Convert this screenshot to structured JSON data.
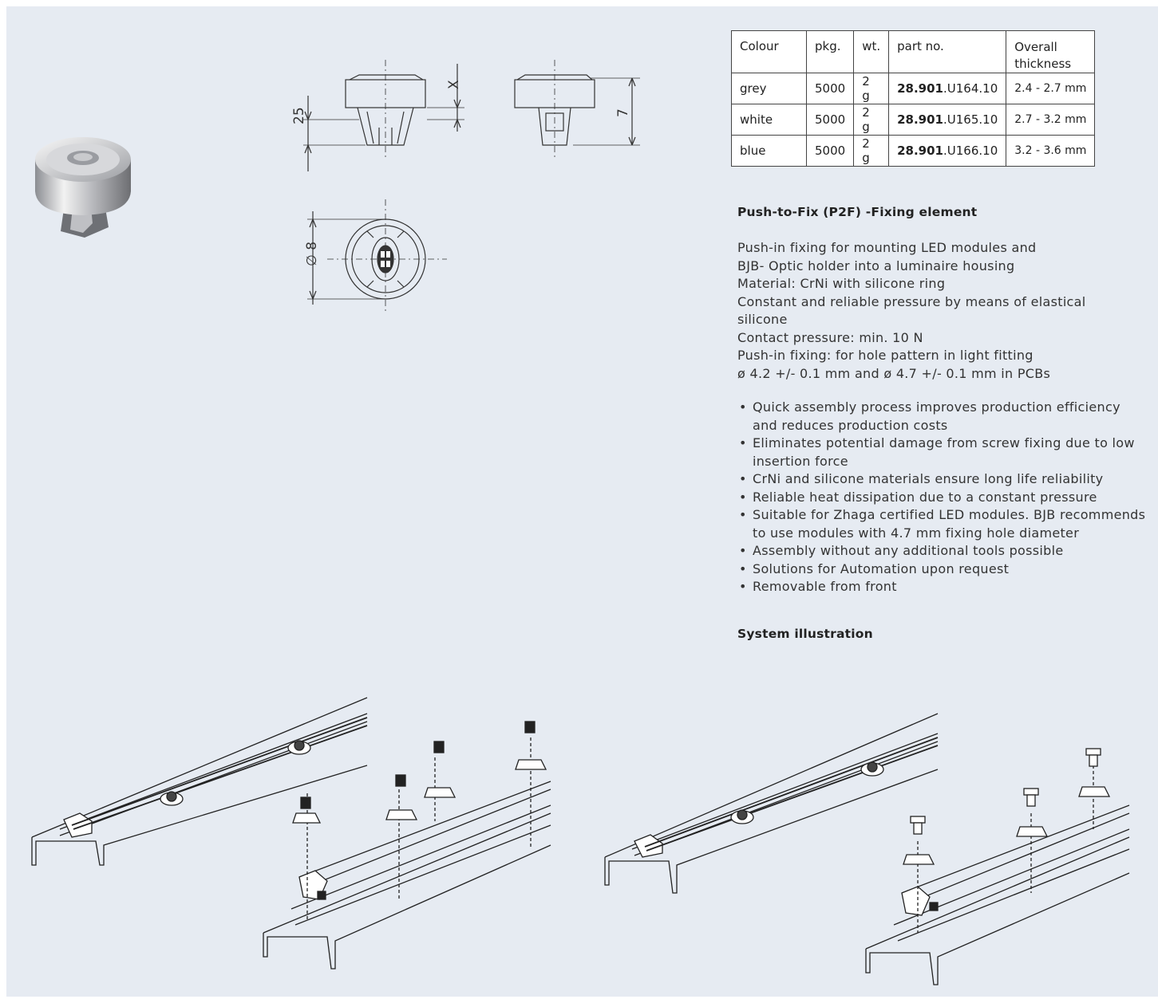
{
  "table": {
    "headers": [
      "Colour",
      "pkg.",
      "wt.",
      "part no.",
      "Overall thickness"
    ],
    "rows": [
      {
        "colour": "grey",
        "pkg": "5000",
        "wt": "2 g",
        "part_bold": "28.901",
        "part_rest": ".U164.10",
        "thickness": "2.4 - 2.7 mm"
      },
      {
        "colour": "white",
        "pkg": "5000",
        "wt": "2 g",
        "part_bold": "28.901",
        "part_rest": ".U165.10",
        "thickness": "2.7 - 3.2 mm"
      },
      {
        "colour": "blue",
        "pkg": "5000",
        "wt": "2 g",
        "part_bold": "28.901",
        "part_rest": ".U166.10",
        "thickness": "3.2 - 3.6 mm"
      }
    ]
  },
  "title": "Push-to-Fix (P2F) -Fixing element",
  "description": [
    "Push-in fixing for mounting LED modules and",
    "BJB- Optic holder into a luminaire housing",
    "Material: CrNi with silicone ring",
    "Constant and reliable pressure by means of elastical",
    "silicone",
    "Contact pressure: min. 10 N",
    "Push-in fixing: for hole pattern in light fitting",
    "ø 4.2 +/- 0.1 mm and ø 4.7 +/- 0.1 mm in PCBs"
  ],
  "bullets": [
    "Quick assembly process improves production efficiency and reduces production costs",
    "Eliminates potential damage from screw fixing due to low insertion force",
    "CrNi and silicone materials ensure long life reliability",
    "Reliable heat dissipation due to a constant pressure",
    "Suitable for Zhaga certified LED modules. BJB recommends to use modules with 4.7 mm fixing hole diameter",
    "Assembly without any additional tools possible",
    "Solutions for Automation upon request",
    "Removable from front"
  ],
  "system_heading": "System illustration",
  "dimensions": {
    "height_front": "25",
    "x_label": "X",
    "height_side": "7",
    "diameter": "∅ 8"
  },
  "colors": {
    "background": "#e6ebf2",
    "text": "#222222",
    "line": "#333333"
  }
}
